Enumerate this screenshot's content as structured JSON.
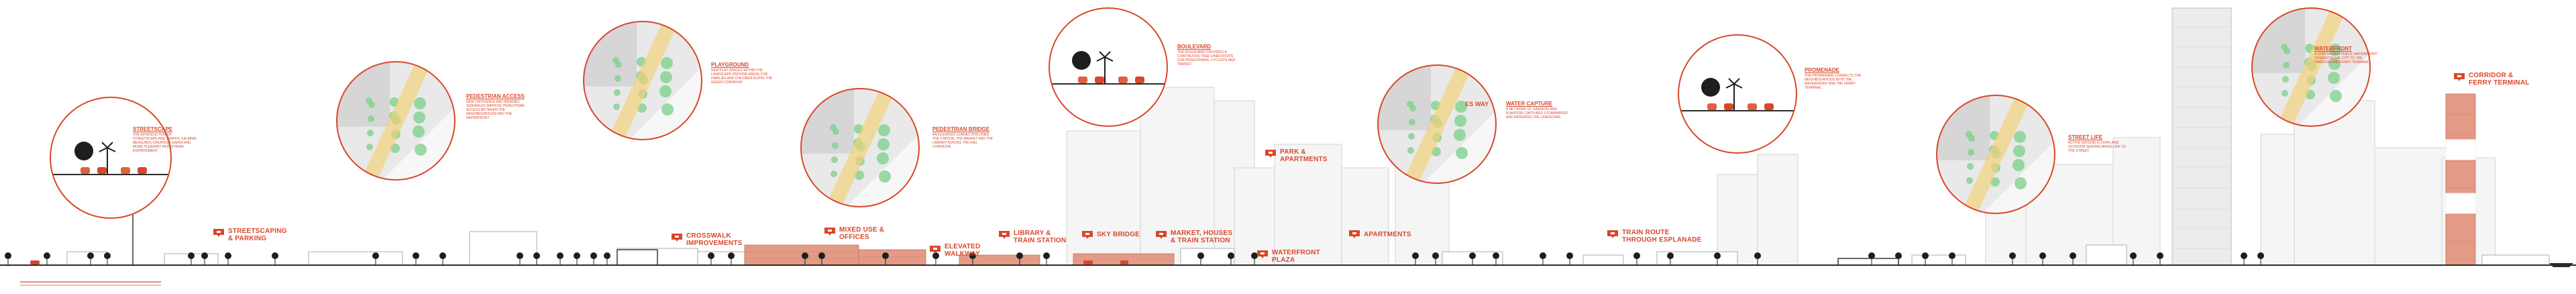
{
  "colors": {
    "accent": "#d9472b",
    "building_outline": "#cfcfcf",
    "building_fill": "#f3f3f3",
    "highlight_fill": "#e39a86",
    "ground": "#2b2b2b",
    "tree": "#1e1e1e",
    "green": "#7fd18f"
  },
  "circles": [
    {
      "id": "c1",
      "title": "STREETSCAPE",
      "text": "THE INTRODUCTION OF STREETSCAPE AND TRAFFIC CALMING MEASURES CREATES A SAFER AND MORE PLEASANT PEDESTRIAN ENVIRONMENT."
    },
    {
      "id": "c2",
      "title": "PEDESTRIAN ACCESS",
      "text": "NEW CROSSINGS AND WIDENED SIDEWALKS IMPROVE PEDESTRIAN ACCESS BETWEEN THE NEIGHBOURHOOD AND THE WATERFRONT."
    },
    {
      "id": "c3",
      "title": "PLAYGROUND",
      "text": "NEW PLAY SPACES WITHIN THE LANDSCAPE PROVIDE AREAS FOR FAMILIES AND CHILDREN ALONG THE GREEN CORRIDOR."
    },
    {
      "id": "c4",
      "title": "PEDESTRIAN BRIDGE",
      "text": "AN ELEVATED CONNECTION LINKS THE STATION, THE MARKET AND THE LIBRARY ACROSS THE RAIL CORRIDOR."
    },
    {
      "id": "c5",
      "title": "BOULEVARD",
      "text": "THE BOULEVARD PROVIDES A CONTINUOUS TREE-LINED ROUTE FOR PEDESTRIANS, CYCLISTS AND TRANSIT."
    },
    {
      "id": "c6",
      "title": "WATER CAPTURE",
      "text": "A NETWORK OF GARDENS AND PLANTERS CAPTURES STORMWATER AND IRRIGATES THE LANDSCAPE."
    },
    {
      "id": "c7",
      "title": "PROMENADE",
      "text": "THE PROMENADE CONNECTS THE NEIGHBOURHOOD WITH THE WATERFRONT AND THE FERRY TERMINAL."
    },
    {
      "id": "c8",
      "title": "STREET LIFE",
      "text": "ACTIVE GROUND FLOORS AND OUTDOOR SEATING BRING LIFE TO THE STREET."
    },
    {
      "id": "c9",
      "title": "WATERFRONT",
      "text": "A CONTINUOUS PUBLIC WATERFRONT CONNECTS THE CITY TO THE HARBOUR AND FERRY TERMINAL."
    }
  ],
  "labels": {
    "l1": [
      "STREETSCAPING",
      "& PARKING"
    ],
    "l2": [
      "CROSSWALK",
      "IMPROVEMENTS"
    ],
    "l3": [
      "MIXED USE &",
      "OFFICES"
    ],
    "l4": [
      "ELEVATED",
      "WALKWAY"
    ],
    "l5": [
      "LIBRARY &",
      "TRAIN STATION"
    ],
    "l6": [
      "SKY BRIDGE"
    ],
    "l7": [
      "MARKET, HOUSES",
      "& TRAIN STATION"
    ],
    "l8": [
      "WATERFRONT",
      "PLAZA"
    ],
    "l9": [
      "PARK &",
      "APARTMENTS"
    ],
    "l10": [
      "APARTMENTS"
    ],
    "l11": [
      "TRAIN ROUTE",
      "THROUGH ESPLANADE"
    ],
    "l12": [
      "CORRIDOR &",
      "FERRY TERMINAL"
    ],
    "l13": [
      "ES WAY"
    ]
  }
}
